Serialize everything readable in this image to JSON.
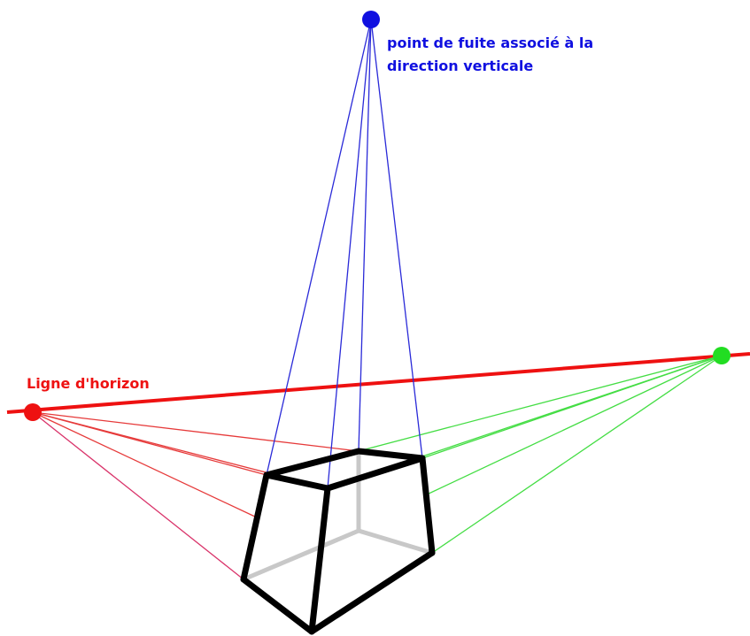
{
  "labels": {
    "vertical_vp_line1": "point de fuite associé à la",
    "vertical_vp_line2": "direction verticale",
    "horizon": "Ligne d'horizon"
  },
  "colors": {
    "vertical_vp": "#1010e0",
    "vertical_lines": "#2a2ad8",
    "left_vp": "#ee1111",
    "horizon": "#ee1111",
    "left_lines": "#e63a3a",
    "left_bottom_line": "#d9336a",
    "right_vp": "#22dd22",
    "right_lines": "#44dd44",
    "edges": "#000000",
    "hidden_edges": "#c8c8c8"
  }
}
